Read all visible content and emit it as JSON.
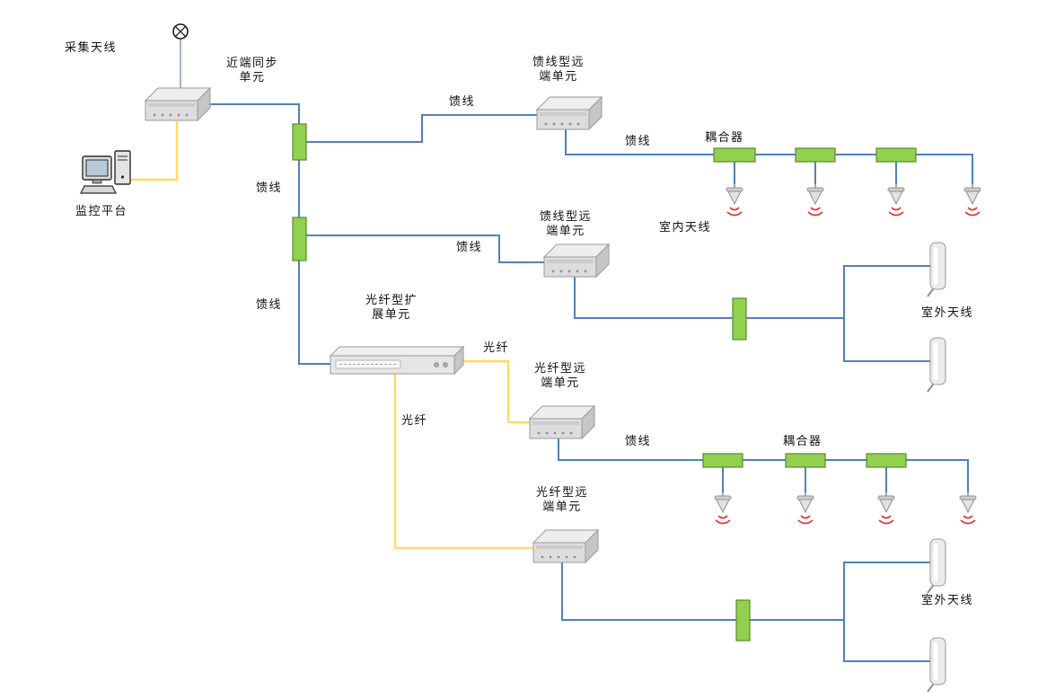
{
  "colors": {
    "feeder_line": "#4f81bd",
    "fiber_line": "#ffd965",
    "coupler_fill": "#92d050",
    "coupler_stroke": "#5a8a2a",
    "signal_arc": "#e03030",
    "text": "#111111"
  },
  "devices": {
    "collect_antenna": {
      "label": "采集天线"
    },
    "near_end_sync_unit": {
      "line1": "近端同步",
      "line2": "单元"
    },
    "monitor_platform": {
      "label": "监控平台"
    },
    "feeder_remote_unit_top": {
      "line1": "馈线型远",
      "line2": "端单元"
    },
    "feeder_remote_unit_mid": {
      "line1": "馈线型远",
      "line2": "端单元"
    },
    "fiber_expansion_unit": {
      "line1": "光纤型扩",
      "line2": "展单元"
    },
    "fiber_remote_unit_upper": {
      "line1": "光纤型远",
      "line2": "端单元"
    },
    "fiber_remote_unit_lower": {
      "line1": "光纤型远",
      "line2": "端单元"
    }
  },
  "link_labels": {
    "feeder": "馈线",
    "fiber": "光纤"
  },
  "annotations": {
    "coupler": "耦合器",
    "indoor_antenna": "室内天线",
    "outdoor_antenna": "室外天线"
  }
}
